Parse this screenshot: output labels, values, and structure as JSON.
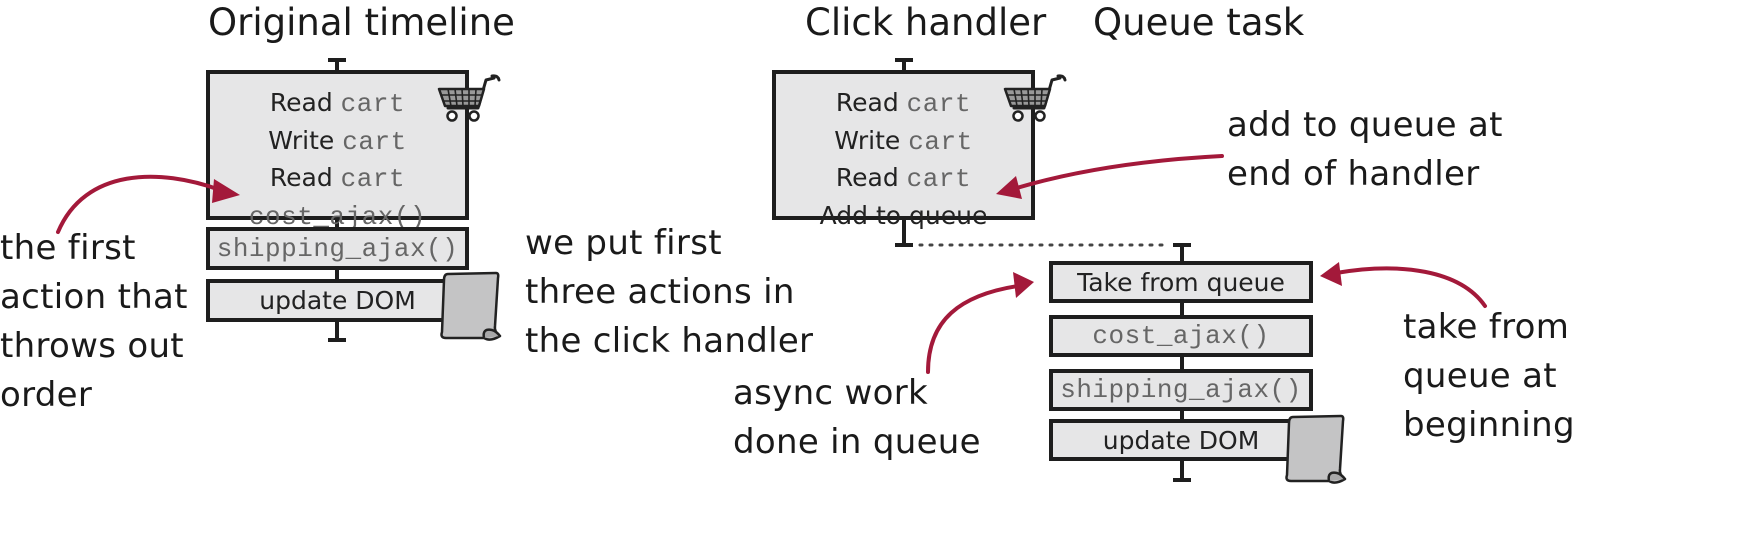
{
  "titles": {
    "original": "Original timeline",
    "click_handler": "Click handler",
    "queue_task": "Queue task"
  },
  "original_timeline": {
    "main_box": [
      {
        "verb": "Read",
        "code": "cart"
      },
      {
        "verb": "Write",
        "code": "cart"
      },
      {
        "verb": "Read",
        "code": "cart"
      },
      {
        "verb": "",
        "code": "cost_ajax()"
      }
    ],
    "shipping": "shipping_ajax()",
    "update": "update DOM"
  },
  "click_handler": {
    "main_box": [
      {
        "verb": "Read",
        "code": "cart"
      },
      {
        "verb": "Write",
        "code": "cart"
      },
      {
        "verb": "Read",
        "code": "cart"
      },
      {
        "verb": "Add to queue",
        "code": ""
      }
    ]
  },
  "queue_task": {
    "take": "Take from queue",
    "cost": "cost_ajax()",
    "shipping": "shipping_ajax()",
    "update": "update DOM"
  },
  "annotations": {
    "first_action": [
      "the first",
      "action that",
      "throws out",
      "order"
    ],
    "we_put": [
      "we put first",
      "three actions in",
      "the click handler"
    ],
    "add_to_queue": [
      "add to queue at",
      "end of handler"
    ],
    "async_work": [
      "async work",
      "done in queue"
    ],
    "take_from_queue": [
      "take from",
      "queue at",
      "beginning"
    ]
  },
  "colors": {
    "arrow": "#a3193a",
    "box_fill": "#e6e6e7",
    "border": "#1e1e1e",
    "code_text": "#666666"
  },
  "icons": [
    "shopping-cart-icon",
    "document-icon"
  ]
}
